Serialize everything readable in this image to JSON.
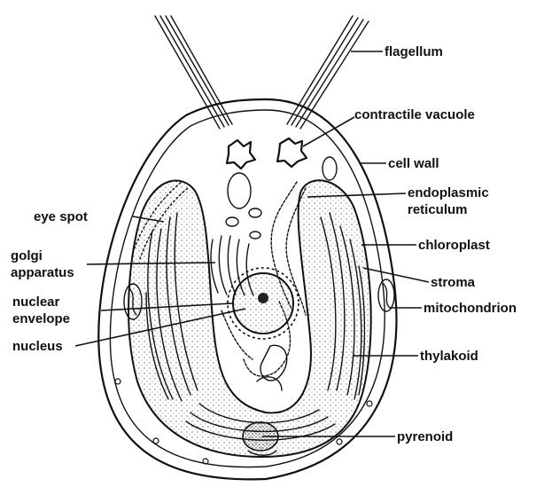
{
  "diagram": {
    "labels": {
      "flagellum": "flagellum",
      "contractile_vacuole": "contractile vacuole",
      "cell_wall": "cell wall",
      "endoplasmic_reticulum_1": "endoplasmic",
      "endoplasmic_reticulum_2": "reticulum",
      "eye_spot": "eye spot",
      "chloroplast": "chloroplast",
      "golgi_apparatus_1": "golgi",
      "golgi_apparatus_2": "apparatus",
      "stroma": "stroma",
      "nuclear_envelope_1": "nuclear",
      "nuclear_envelope_2": "envelope",
      "mitochondrion": "mitochondrion",
      "nucleus": "nucleus",
      "thylakoid": "thylakoid",
      "pyrenoid": "pyrenoid"
    }
  }
}
